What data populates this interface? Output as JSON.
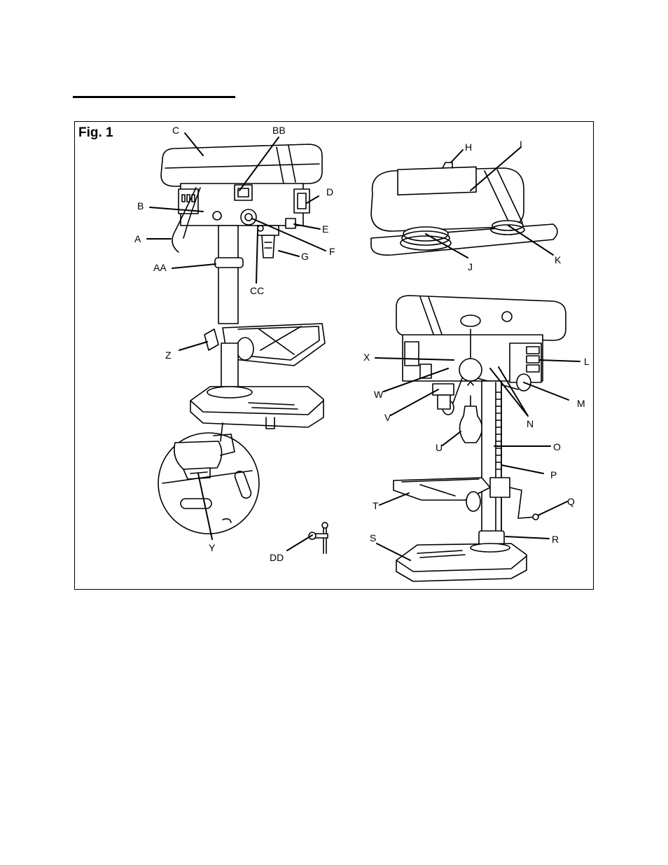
{
  "figure": {
    "title": "Fig. 1"
  },
  "labels": {
    "A": "A",
    "B": "B",
    "C": "C",
    "D": "D",
    "E": "E",
    "F": "F",
    "G": "G",
    "H": "H",
    "I": "I",
    "J": "J",
    "K": "K",
    "L": "L",
    "M": "M",
    "N": "N",
    "O": "O",
    "P": "P",
    "Q": "Q",
    "R": "R",
    "S": "S",
    "T": "T",
    "U": "U",
    "V": "V",
    "W": "W",
    "X": "X",
    "Y": "Y",
    "Z": "Z",
    "AA": "AA",
    "BB": "BB",
    "CC": "CC",
    "DD": "DD"
  }
}
